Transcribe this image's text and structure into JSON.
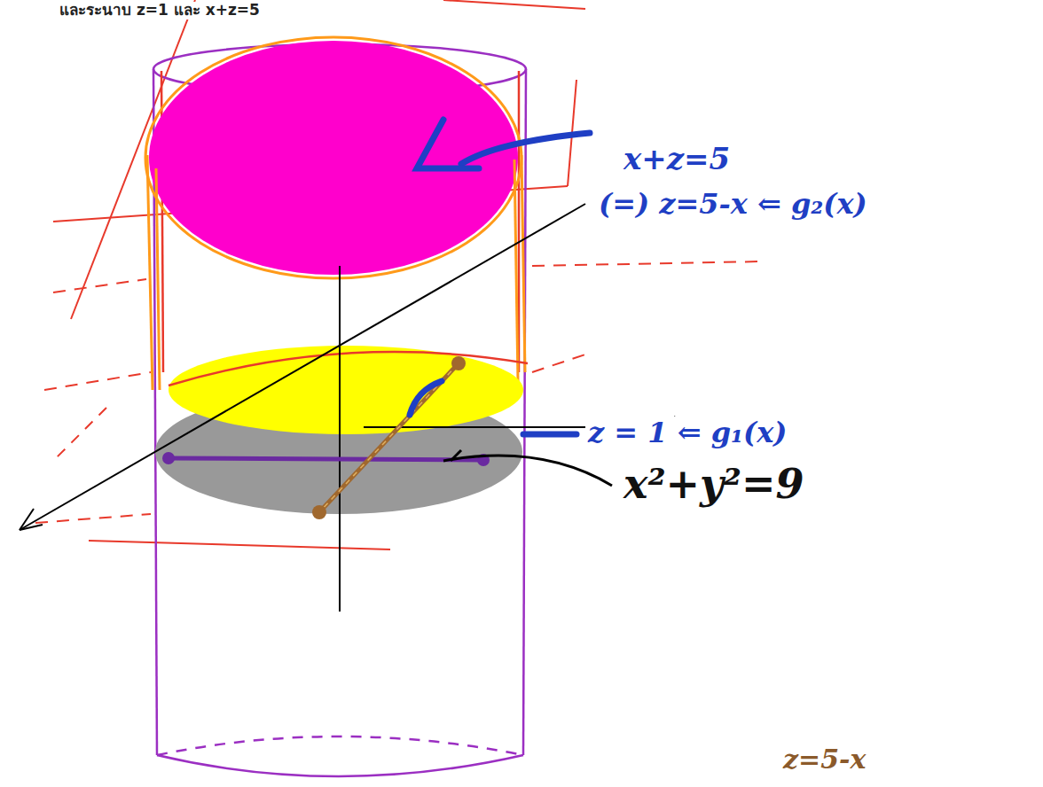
{
  "diagram": {
    "labels": [
      "และระนาบ z=1 และ x+z=5",
      "x+z=5",
      "(=) z=5-x ⇐ g₂(x)",
      "z = 1 ⇐ g₁(x)",
      "x²+y²=9",
      "z=5-x"
    ]
  }
}
